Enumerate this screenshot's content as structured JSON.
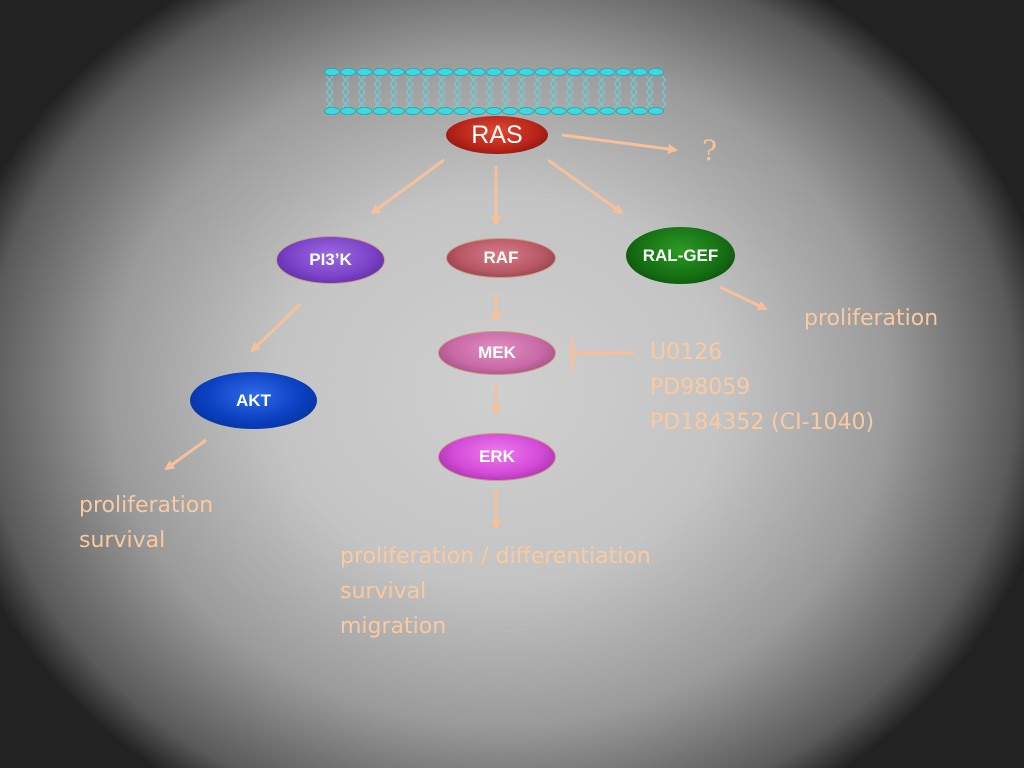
{
  "nodes": {
    "ras": "RAS",
    "pi3k": "PI3’K",
    "raf": "RAF",
    "ral_gef": "RAL-GEF",
    "akt": "AKT",
    "mek": "MEK",
    "erk": "ERK"
  },
  "unknown_effector": "?",
  "outcomes": {
    "ral_gef": [
      "proliferation"
    ],
    "akt": [
      "proliferation",
      "survival"
    ],
    "erk": [
      "proliferation / differentiation",
      "survival",
      "migration"
    ]
  },
  "inhibitors": [
    "U0126",
    "PD98059",
    "PD184352 (CI-1040)"
  ],
  "colors": {
    "arrow": "#f6c19a",
    "ras": "#b8241a",
    "pi3k": "#7b42c8",
    "raf": "#b85866",
    "ral_gef": "#146b12",
    "akt": "#0a3fbf",
    "mek": "#c86aa6",
    "erk": "#d24ad6",
    "membrane": "#40d8e0"
  }
}
